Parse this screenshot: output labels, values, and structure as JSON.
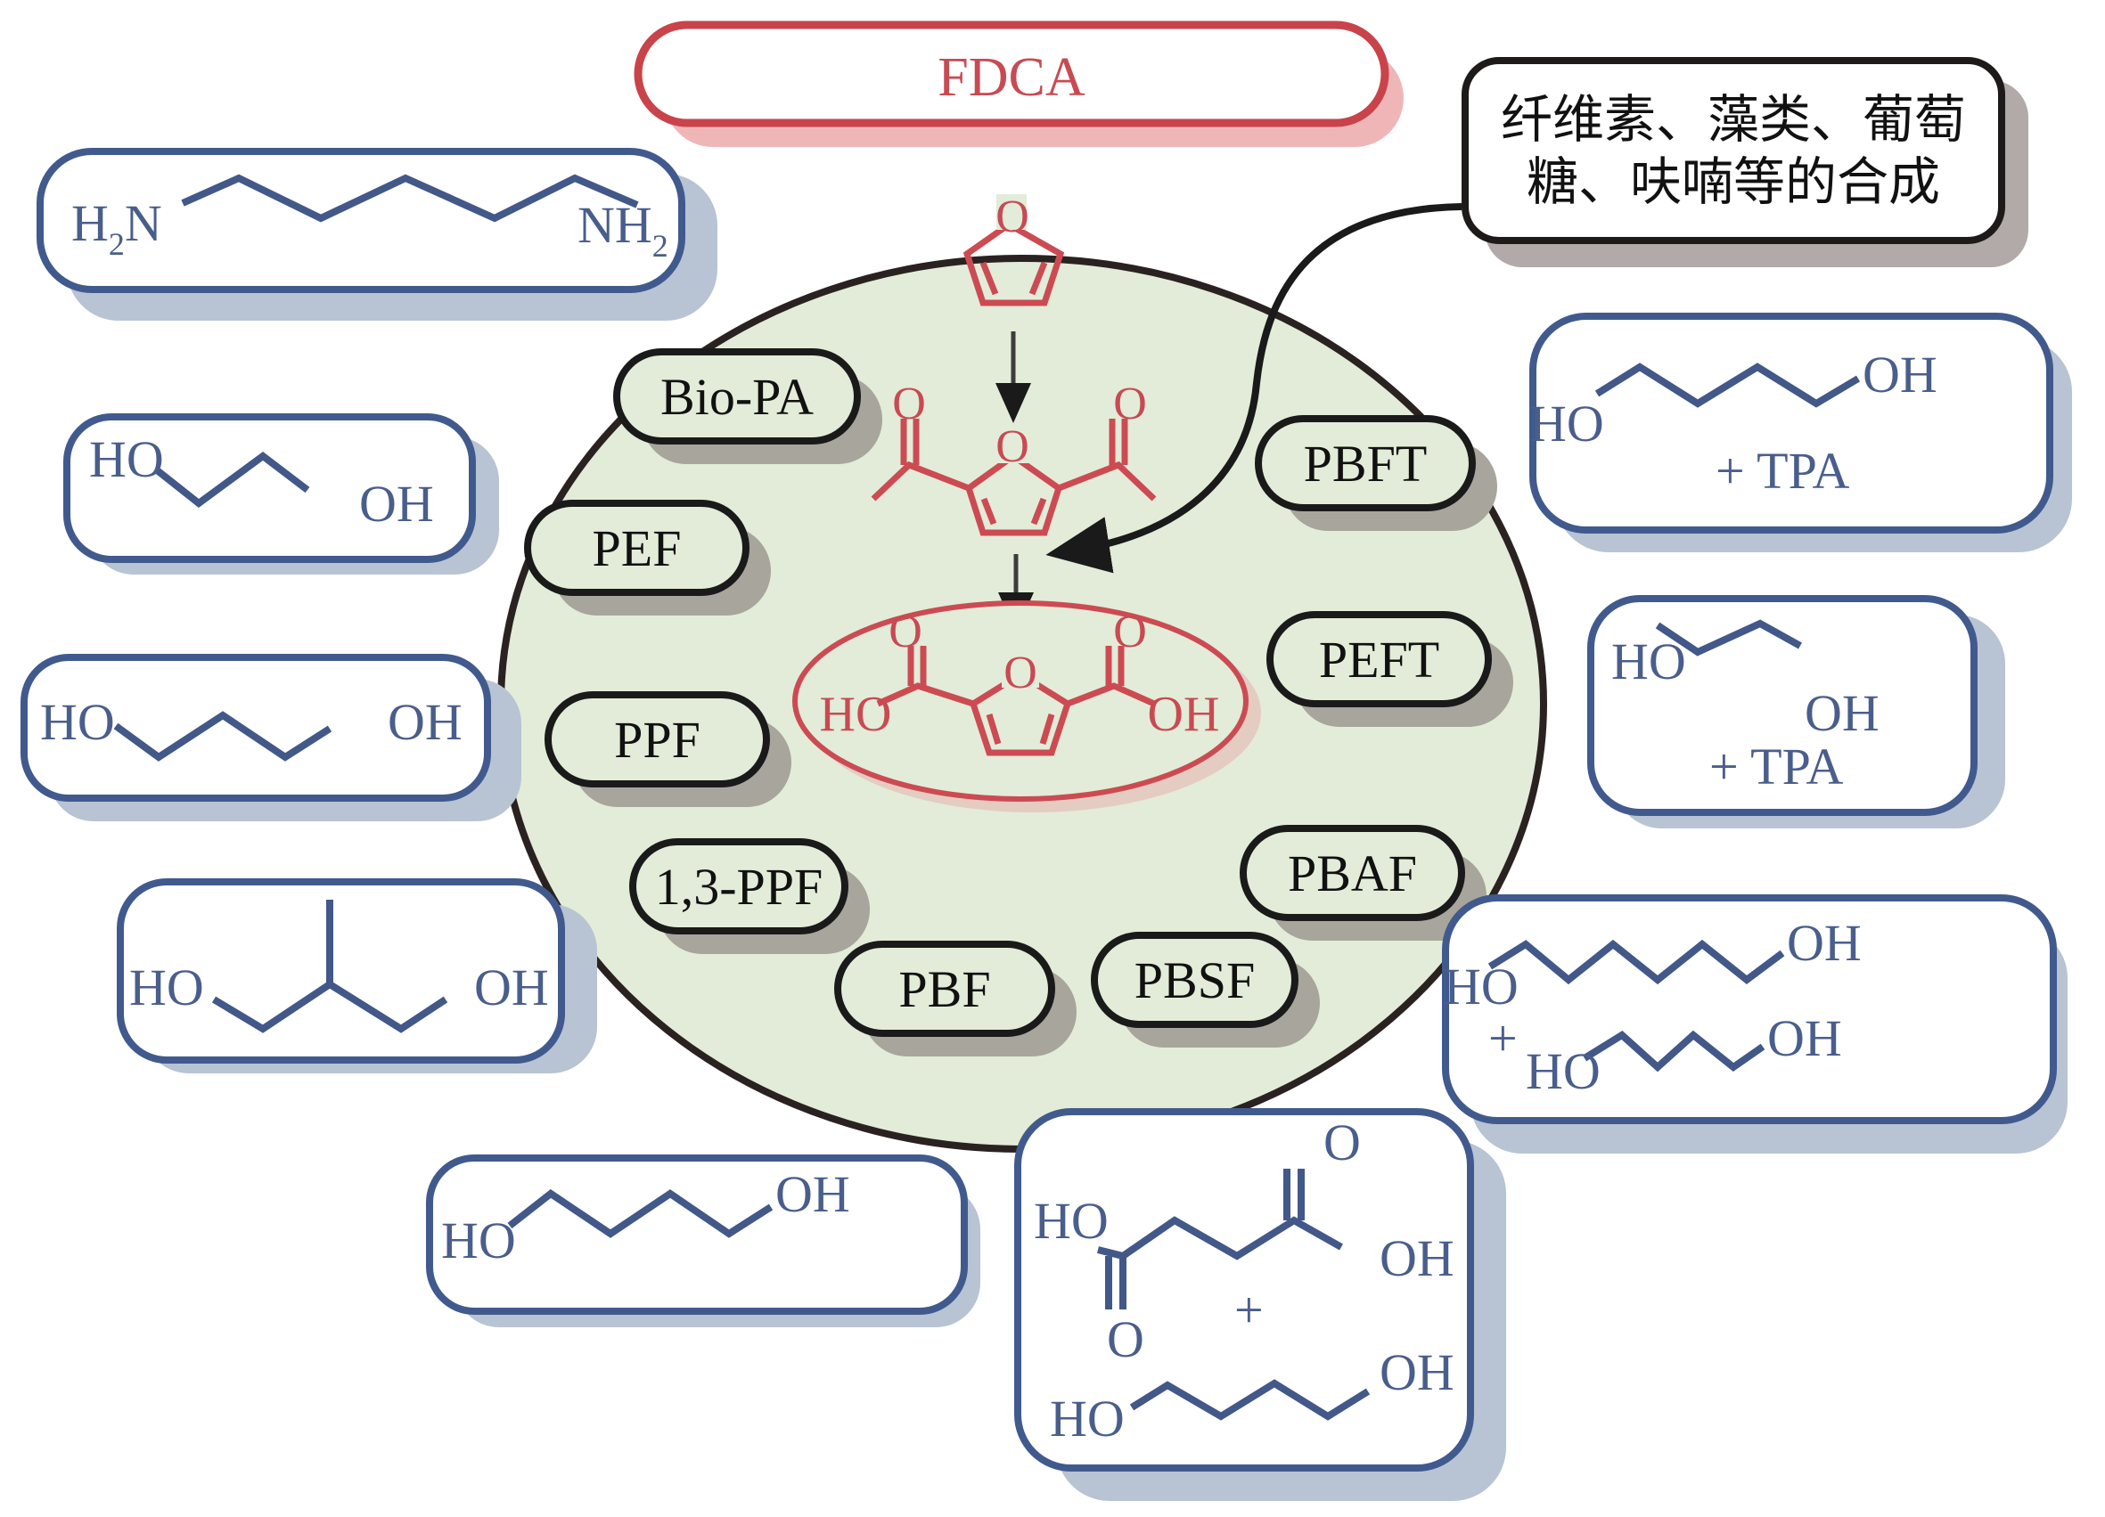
{
  "title": "FDCA",
  "source_box": {
    "lines": [
      "纤维素、藻类、葡萄",
      "糖、呋喃等的合成"
    ]
  },
  "center": {
    "furan": {
      "o_label": "O"
    },
    "diacetylfuran": {
      "o_labels": [
        "O",
        "O",
        "O"
      ]
    },
    "fdca": {
      "ho_label": "HO",
      "oh_label": "OH",
      "o_labels": [
        "O",
        "O",
        "O"
      ]
    }
  },
  "polymers": [
    {
      "id": "bio-pa",
      "label": "Bio-PA"
    },
    {
      "id": "pef",
      "label": "PEF"
    },
    {
      "id": "ppf",
      "label": "PPF"
    },
    {
      "id": "1-3-ppf",
      "label": "1,3-PPF"
    },
    {
      "id": "pbf",
      "label": "PBF"
    },
    {
      "id": "pbsf",
      "label": "PBSF"
    },
    {
      "id": "pbaf",
      "label": "PBAF"
    },
    {
      "id": "peft",
      "label": "PEFT"
    },
    {
      "id": "pbft",
      "label": "PBFT"
    }
  ],
  "monomers": {
    "hexanediamine": {
      "left": "H",
      "left_sub": "2",
      "left_end": "N",
      "right": "NH",
      "right_sub": "2"
    },
    "ethylene_glycol": {
      "left": "HO",
      "right": "OH"
    },
    "propanediol": {
      "left": "HO",
      "right": "OH"
    },
    "methyl_propanediol": {
      "left": "HO",
      "right": "OH"
    },
    "butanediol": {
      "left": "HO",
      "right": "OH"
    },
    "succinic_butanediol": {
      "ho1": "HO",
      "oh1": "OH",
      "o1": "O",
      "o2": "O",
      "plus": "+",
      "ho2": "HO",
      "oh2": "OH"
    },
    "adipic_butanediol": {
      "ho1": "HO",
      "oh1": "OH",
      "plus": "+",
      "ho2": "HO",
      "oh2": "OH"
    },
    "ethylene_glycol_tpa": {
      "left": "HO",
      "right": "OH",
      "extra": "+ TPA"
    },
    "butanediol_tpa": {
      "left": "HO",
      "right": "OH",
      "extra": "+ TPA"
    }
  },
  "colors": {
    "fdca_red": "#cc4b52",
    "monomer_blue": "#415a8e",
    "circle_fill": "#e3ecd8",
    "outline_dark": "#1a1a1a"
  }
}
